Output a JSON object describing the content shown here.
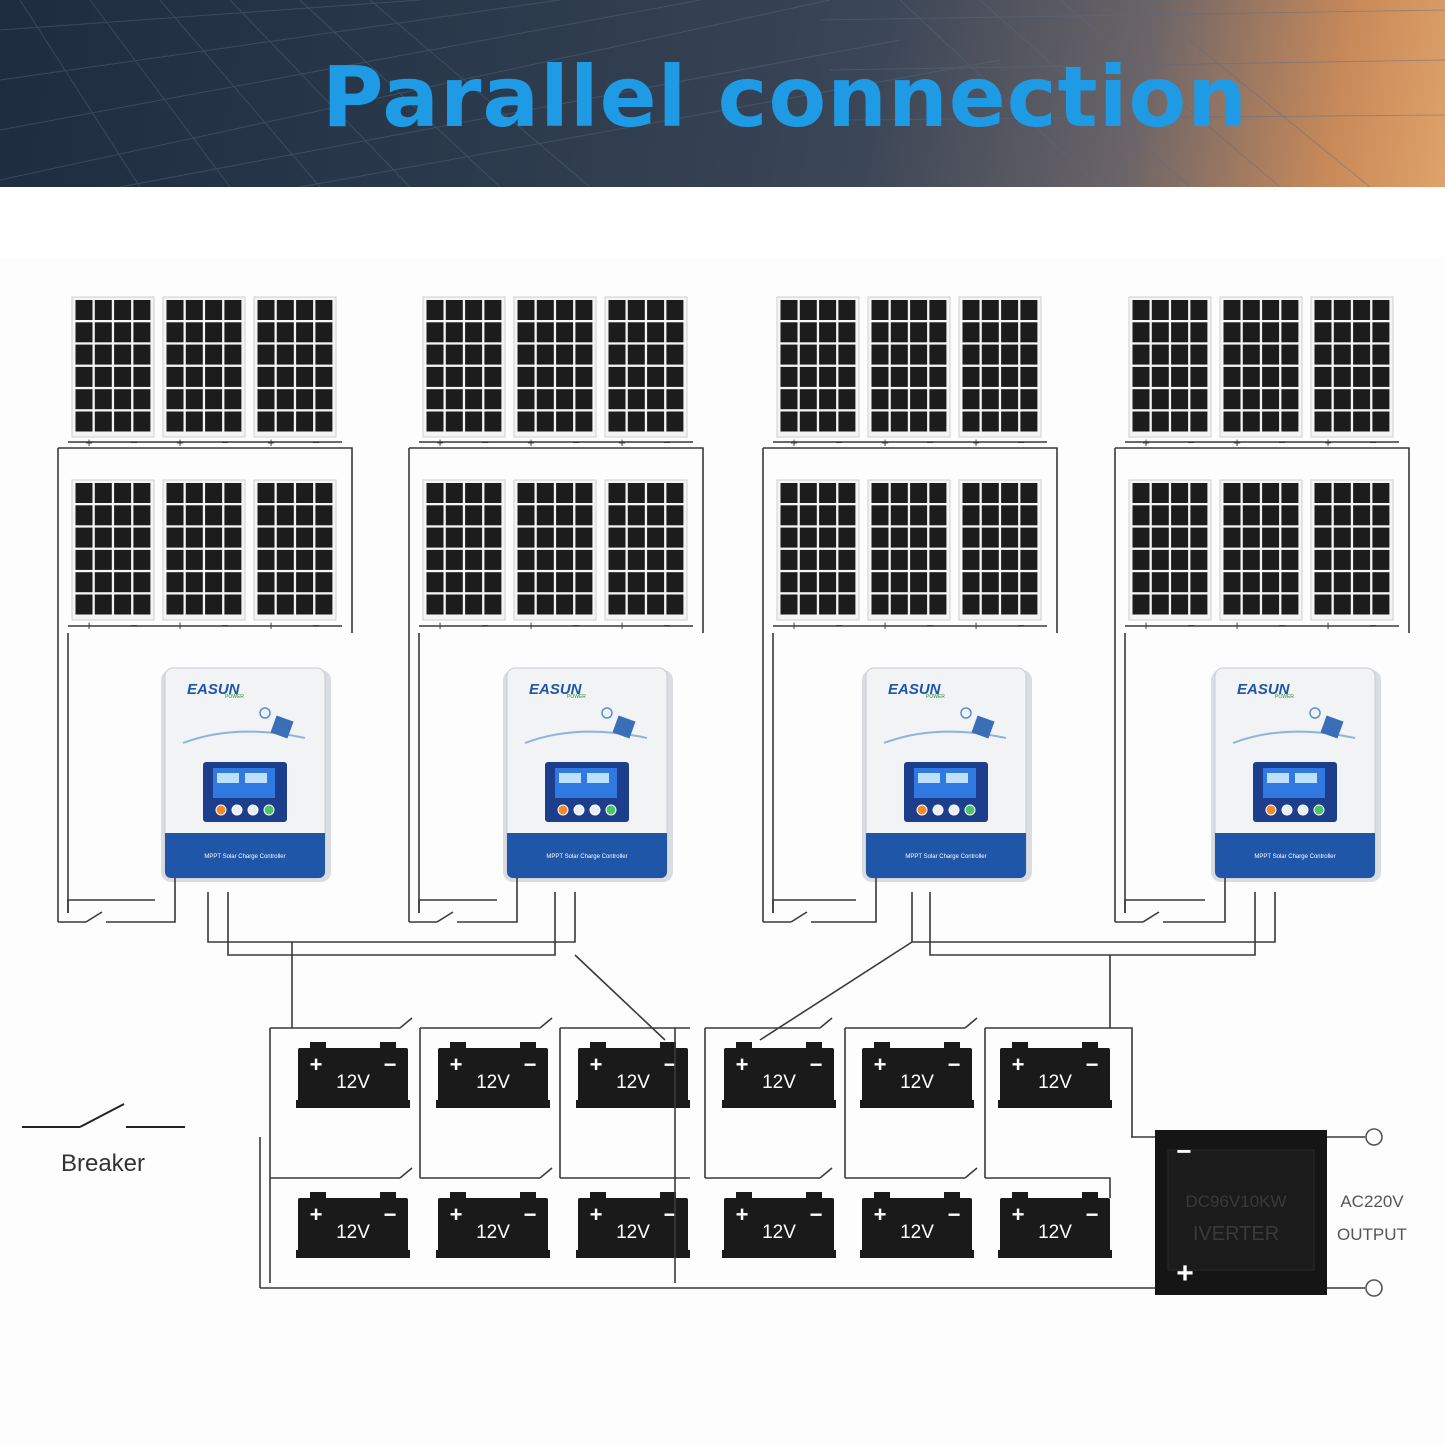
{
  "header": {
    "title": "Parallel connection"
  },
  "colors": {
    "title": "#1f9be6",
    "wire": "#3a3a3a",
    "battery": "#1a1a1a",
    "panel_cell": "#1c1c1c",
    "controller_accent": "#1f56a8"
  },
  "controller": {
    "brand": "EASUN",
    "sub_brand": "POWER",
    "label": "MPPT Solar Charge Controller"
  },
  "terminals": {
    "positive": "+",
    "negative": "−"
  },
  "battery": {
    "voltage_label": "12V"
  },
  "inverter": {
    "name_line1": "DC96V10KW",
    "name_line2": "IVERTER",
    "negative": "−",
    "positive": "+"
  },
  "output": {
    "line1": "AC220V",
    "line2": "OUTPUT"
  },
  "legend": {
    "breaker_label": "Breaker"
  }
}
